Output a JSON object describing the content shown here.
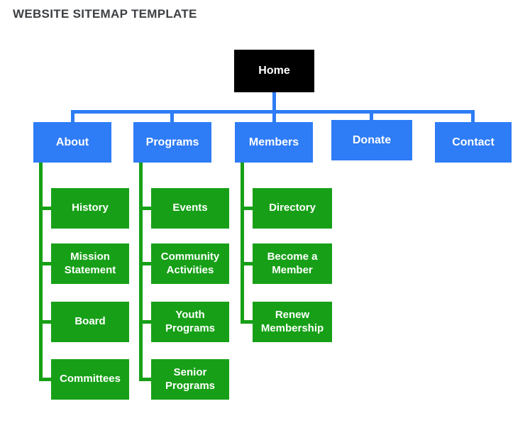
{
  "page_title": "WEBSITE SITEMAP TEMPLATE",
  "colors": {
    "root-bg": "#000000",
    "level2-bg": "#2e7cf6",
    "level3-bg": "#17a017",
    "connector-blue": "#2e7cf6",
    "connector-green": "#17a017",
    "title-color": "#3d4043",
    "node-text": "#ffffff"
  },
  "sitemap": {
    "root": {
      "label": "Home"
    },
    "sections": [
      {
        "label": "About",
        "children": [
          "History",
          "Mission Statement",
          "Board",
          "Committees"
        ]
      },
      {
        "label": "Programs",
        "children": [
          "Events",
          "Community Activities",
          "Youth Programs",
          "Senior Programs"
        ]
      },
      {
        "label": "Members",
        "children": [
          "Directory",
          "Become a Member",
          "Renew Membership"
        ]
      },
      {
        "label": "Donate",
        "children": []
      },
      {
        "label": "Contact",
        "children": []
      }
    ]
  }
}
